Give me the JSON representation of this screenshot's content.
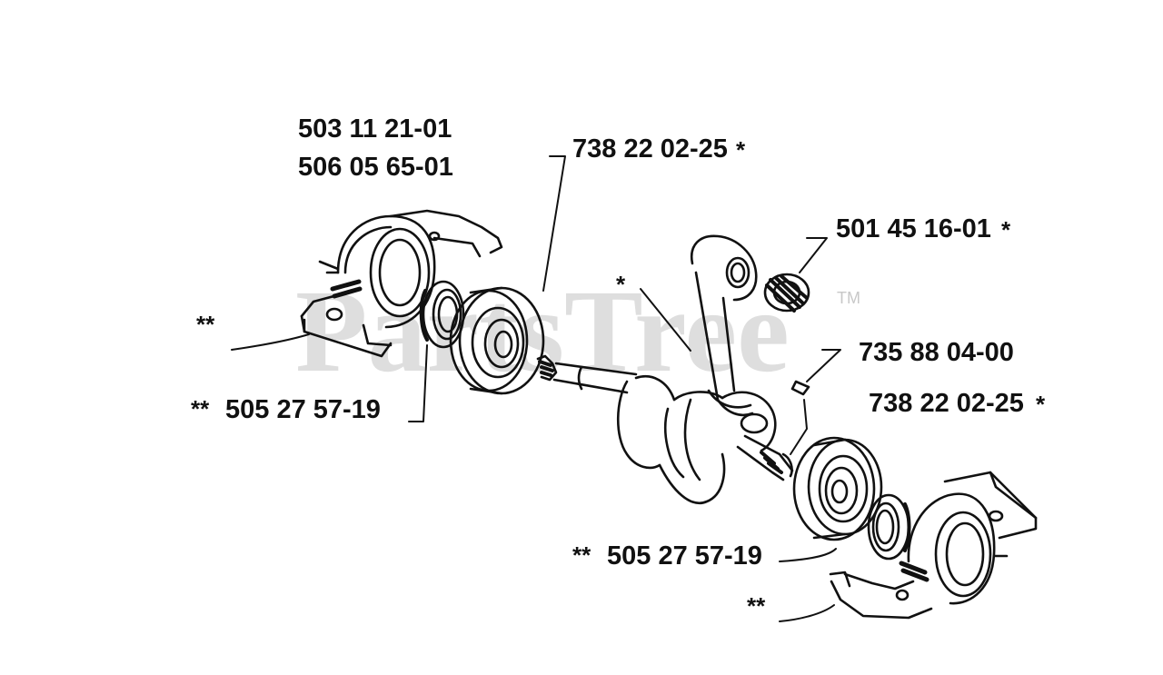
{
  "watermark": {
    "text": "PartsTree",
    "tm": "TM"
  },
  "labels": {
    "housing_top_part_1": "503 11 21-01",
    "housing_top_part_2": "506 05 65-01",
    "bearing_top": "738 22 02-25",
    "bearing_top_mark": "*",
    "needle_bearing": "501 45 16-01",
    "needle_bearing_mark": "*",
    "conrod_mark": "*",
    "key": "735 88 04-00",
    "bearing_right": "738 22 02-25",
    "bearing_right_mark": "*",
    "housing_left_mark": "**",
    "seal_left_mark": "**",
    "seal_left": "505 27 57-19",
    "seal_right_mark": "**",
    "seal_right": "505 27 57-19",
    "housing_right_mark": "**"
  }
}
